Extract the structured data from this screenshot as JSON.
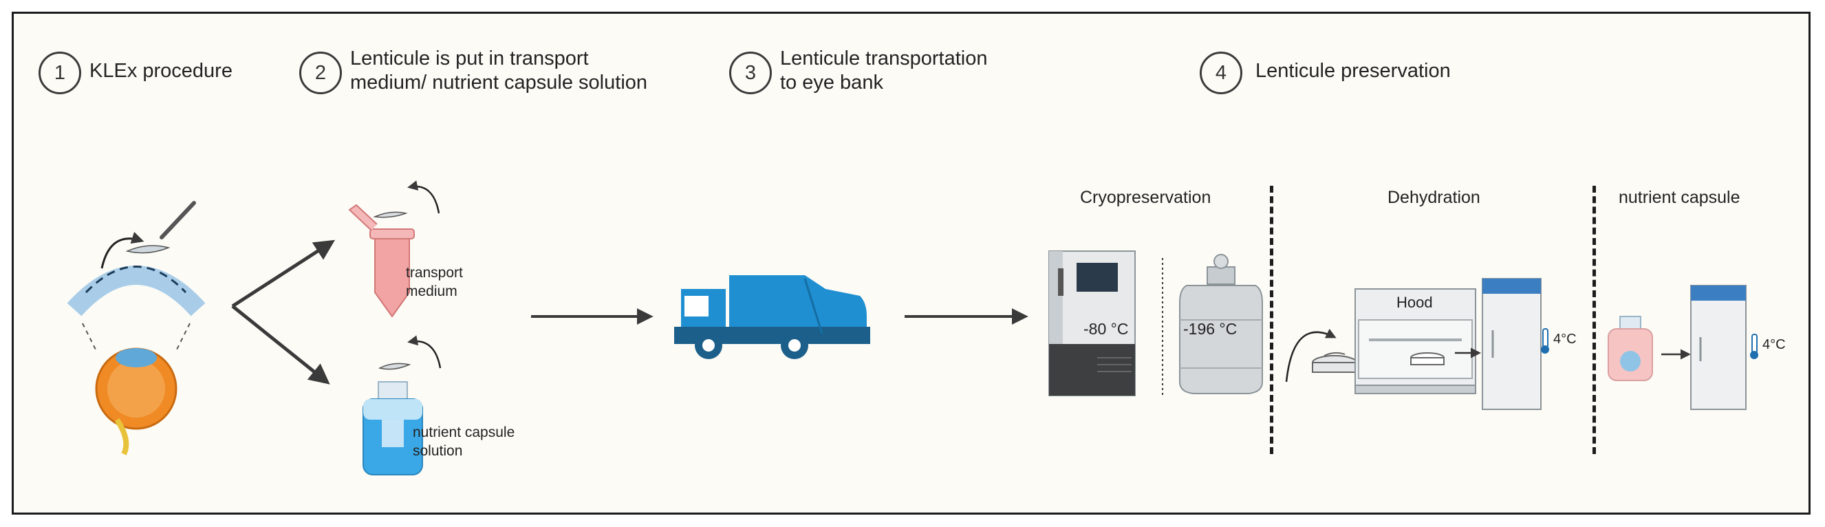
{
  "steps": [
    {
      "number": "1",
      "text_lines": [
        "KLEx procedure"
      ]
    },
    {
      "number": "2",
      "text_lines": [
        "Lenticule is put in transport",
        "medium/ nutrient capsule solution"
      ]
    },
    {
      "number": "3",
      "text_lines": [
        "Lenticule transportation",
        "to eye bank"
      ]
    },
    {
      "number": "4",
      "text_lines": [
        "Lenticule preservation"
      ]
    }
  ],
  "step2_labels": {
    "transport_medium": [
      "transport",
      "medium"
    ],
    "nutrient_capsule_solution": [
      "nutrient capsule",
      "solution"
    ]
  },
  "preservation_methods": {
    "cryopreservation": {
      "title": "Cryopreservation",
      "freezer_temp": "-80 °C",
      "nitrogen_tank_temp": "-196 °C"
    },
    "dehydration": {
      "title": "Dehydration",
      "hood_label": "Hood",
      "fridge_temp": "4°C"
    },
    "nutrient_capsule": {
      "title": "nutrient capsule",
      "fridge_temp": "4°C"
    }
  },
  "colors": {
    "frame_bg": "#fcfbf6",
    "truck_blue": "#1f8fd1",
    "truck_dark": "#1b5f8a",
    "cornea_blue": "#a9cde8",
    "eye_orange": "#f08a24",
    "tube_pink": "#f2a3a3",
    "bottle_blue": "#3aa7e6",
    "arrow": "#3a3a3a"
  }
}
